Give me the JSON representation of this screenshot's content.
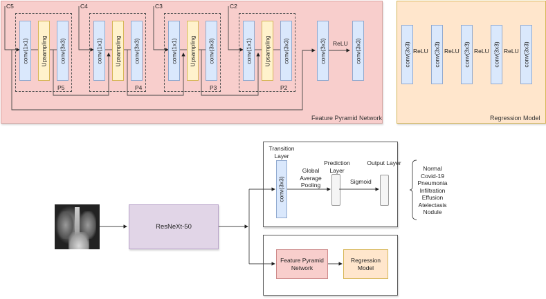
{
  "fpn": {
    "title": "Feature Pyramid Network",
    "stages": [
      {
        "input": "C5",
        "conv1": "conv(1x1)",
        "up": "Upsampling",
        "conv3": "conv(3x3)",
        "output": "P5"
      },
      {
        "input": "C4",
        "conv1": "conv(1x1)",
        "up": "Upsampling",
        "conv3": "conv(3x3)",
        "output": "P4"
      },
      {
        "input": "C3",
        "conv1": "conv(1x1)",
        "up": "Upsampling",
        "conv3": "conv(3x3)",
        "output": "P3"
      },
      {
        "input": "C2",
        "conv1": "conv(1x1)",
        "up": "Upsampling",
        "conv3": "conv(3x3)",
        "output": "P2"
      }
    ],
    "head": {
      "conv_a": "conv(3x3)",
      "activation": "ReLU",
      "conv_b": "conv(3x3)"
    }
  },
  "regression": {
    "title": "Regression Model",
    "convs": [
      "conv(3x3)",
      "conv(3x3)",
      "conv(3x3)",
      "conv(3x3)",
      "conv(3x3)"
    ],
    "activations": [
      "ReLU",
      "ReLU",
      "ReLU",
      "ReLU"
    ]
  },
  "pipeline": {
    "input_image": "chest-xray",
    "backbone": "ResNeXt-50",
    "classifier": {
      "transition_label": "Transition Layer",
      "transition_conv": "conv(3x3)",
      "gap_label": "Global Average Pooling",
      "prediction_label": "Prediction Layer",
      "activation": "Sigmoid",
      "output_label": "Output Layer"
    },
    "classes": [
      "Normal",
      "Covid-19",
      "Pneumonia",
      "Infiltration",
      "Effusion",
      "Atelectasis",
      "Nodule"
    ],
    "localization": {
      "fpn_label": "Feature Pyramid Network",
      "regression_label": "Regression Model"
    }
  },
  "colors": {
    "fpn_bg": "#f8cecc",
    "regression_bg": "#ffe6cc",
    "conv_blue": "#dae8fc",
    "upsample_yellow": "#fff2cc",
    "backbone_purple": "#e1d5e7"
  }
}
